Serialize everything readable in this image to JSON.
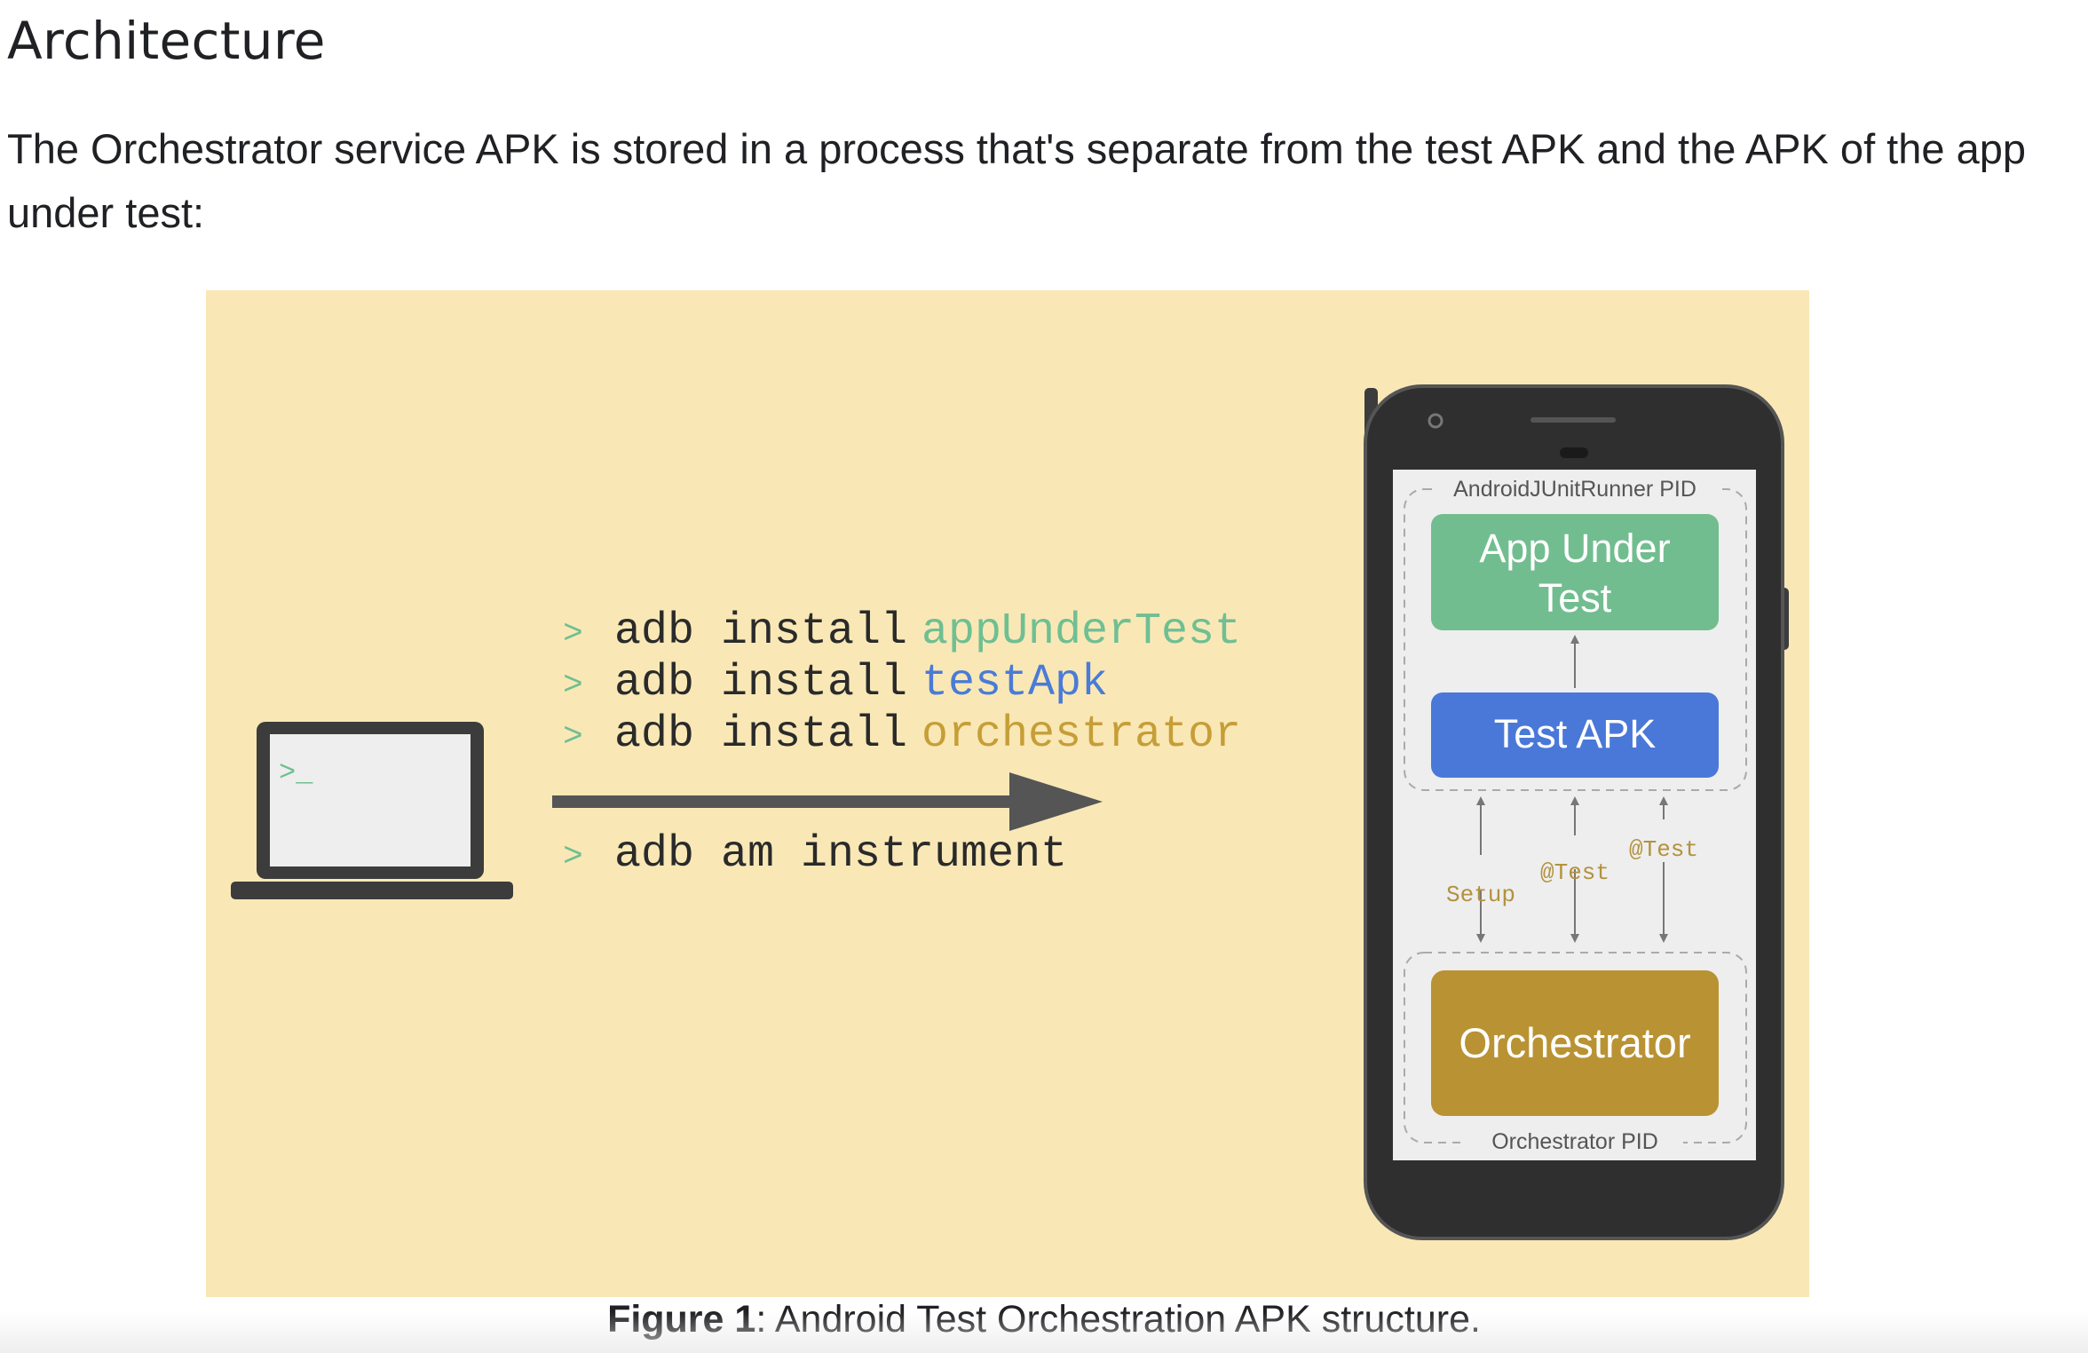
{
  "heading": "Architecture",
  "intro": "The Orchestrator service APK is stored in a process that's separate from the test APK and the APK of the app under test:",
  "figure": {
    "prompt_symbol": ">",
    "terminal_prompt": ">_",
    "commands": [
      {
        "prefix": "adb install",
        "arg": "appUnderTest",
        "arg_color": "#6fbf92"
      },
      {
        "prefix": "adb install",
        "arg": "testApk",
        "arg_color": "#4a7bd6"
      },
      {
        "prefix": "adb install",
        "arg": "orchestrator",
        "arg_color": "#c69e37"
      }
    ],
    "instrument_command": "adb am instrument",
    "phone": {
      "runner_pid_label": "AndroidJUnitRunner PID",
      "app_under_test_line1": "App Under",
      "app_under_test_line2": "Test",
      "test_apk": "Test APK",
      "orchestrator": "Orchestrator",
      "orchestrator_pid_label": "Orchestrator PID",
      "setup_label": "Setup",
      "test_label_1": "@Test",
      "test_label_2": "@Test"
    },
    "colors": {
      "background": "#f9e8b6",
      "app_under_test": "#72bd8f",
      "test_apk": "#4a78d8",
      "orchestrator": "#b99233",
      "annotation": "#b3923e",
      "prompt": "#6fbf92",
      "dark": "#3c3c3c"
    }
  },
  "caption": {
    "label": "Figure 1",
    "text": ": Android Test Orchestration APK structure."
  }
}
